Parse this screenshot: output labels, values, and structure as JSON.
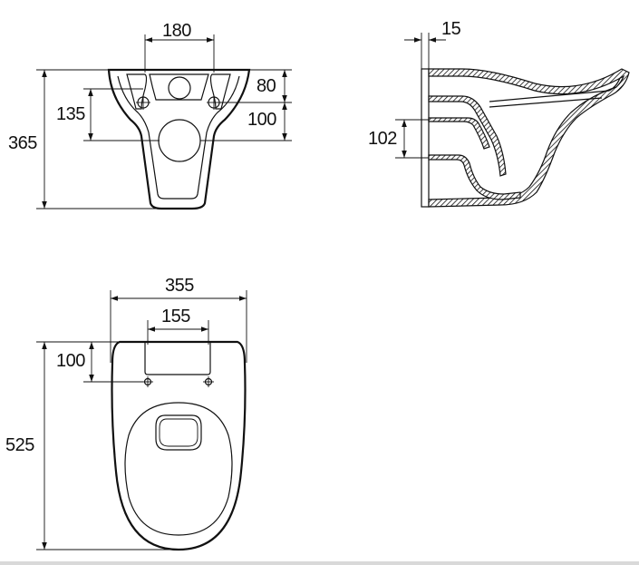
{
  "front_view": {
    "width_top": "180",
    "height_total": "365",
    "upper_to_lower_mount": "135",
    "top_to_inlet": "80",
    "inlet_to_outlet": "100"
  },
  "side_view": {
    "wall_offset": "15",
    "outlet_height": "102"
  },
  "top_view": {
    "total_width": "355",
    "mount_spacing": "155",
    "mount_depth": "100",
    "total_length": "525"
  },
  "colors": {
    "line": "#111111",
    "background": "#ffffff",
    "bottom_rule": "#d9d9d9"
  }
}
